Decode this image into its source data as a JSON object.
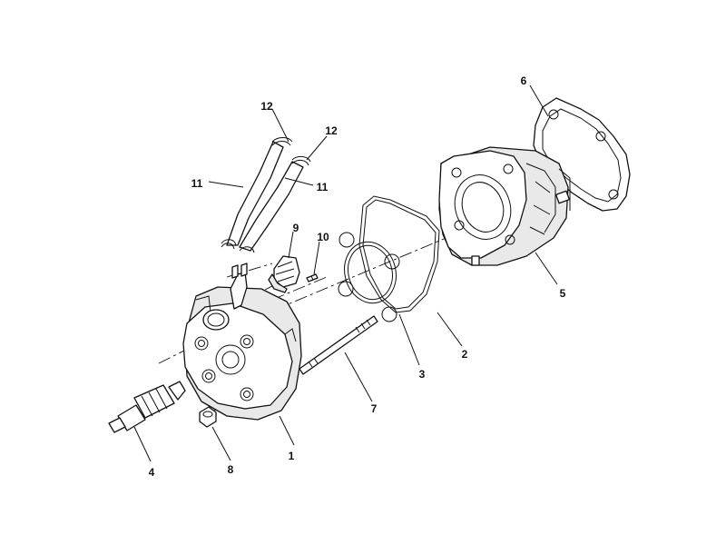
{
  "colors": {
    "line": "#111111",
    "background": "#ffffff",
    "casting_shade": "#e9e9e9"
  },
  "callouts": [
    {
      "id": "c1",
      "text": "1"
    },
    {
      "id": "c2",
      "text": "2"
    },
    {
      "id": "c3",
      "text": "3"
    },
    {
      "id": "c4",
      "text": "4"
    },
    {
      "id": "c5",
      "text": "5"
    },
    {
      "id": "c6",
      "text": "6"
    },
    {
      "id": "c7",
      "text": "7"
    },
    {
      "id": "c8",
      "text": "8"
    },
    {
      "id": "c9",
      "text": "9"
    },
    {
      "id": "c10",
      "text": "10"
    },
    {
      "id": "c11a",
      "text": "11"
    },
    {
      "id": "c11b",
      "text": "11"
    },
    {
      "id": "c12a",
      "text": "12"
    },
    {
      "id": "c12b",
      "text": "12"
    }
  ]
}
